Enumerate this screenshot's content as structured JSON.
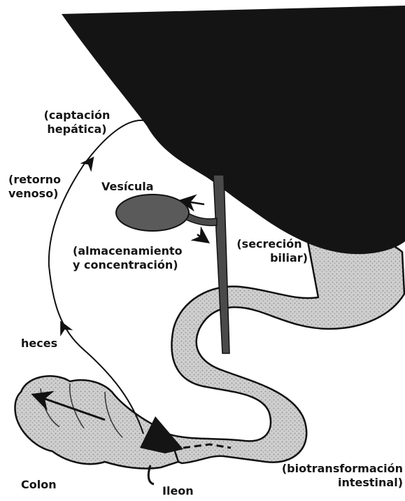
{
  "labels": {
    "captacion": [
      "(captación",
      "hepática)"
    ],
    "retorno": [
      "(retorno",
      "venoso)"
    ],
    "vesicula": "Vesícula",
    "almacenamiento": [
      "(almacenamiento",
      "y concentración)"
    ],
    "secrecion": [
      "(secreción",
      "biliar)"
    ],
    "heces": "heces",
    "biotransformacion": [
      "(biotransformación",
      "intestinal)"
    ],
    "colon": "Colon",
    "ileon": "Ileon"
  },
  "colors": {
    "liver": "#141414",
    "intestine": "#c9c9c9",
    "outline": "#111111",
    "gallbladder": "#5a5a5a",
    "duct": "#4a4a4a",
    "background": "#ffffff"
  }
}
